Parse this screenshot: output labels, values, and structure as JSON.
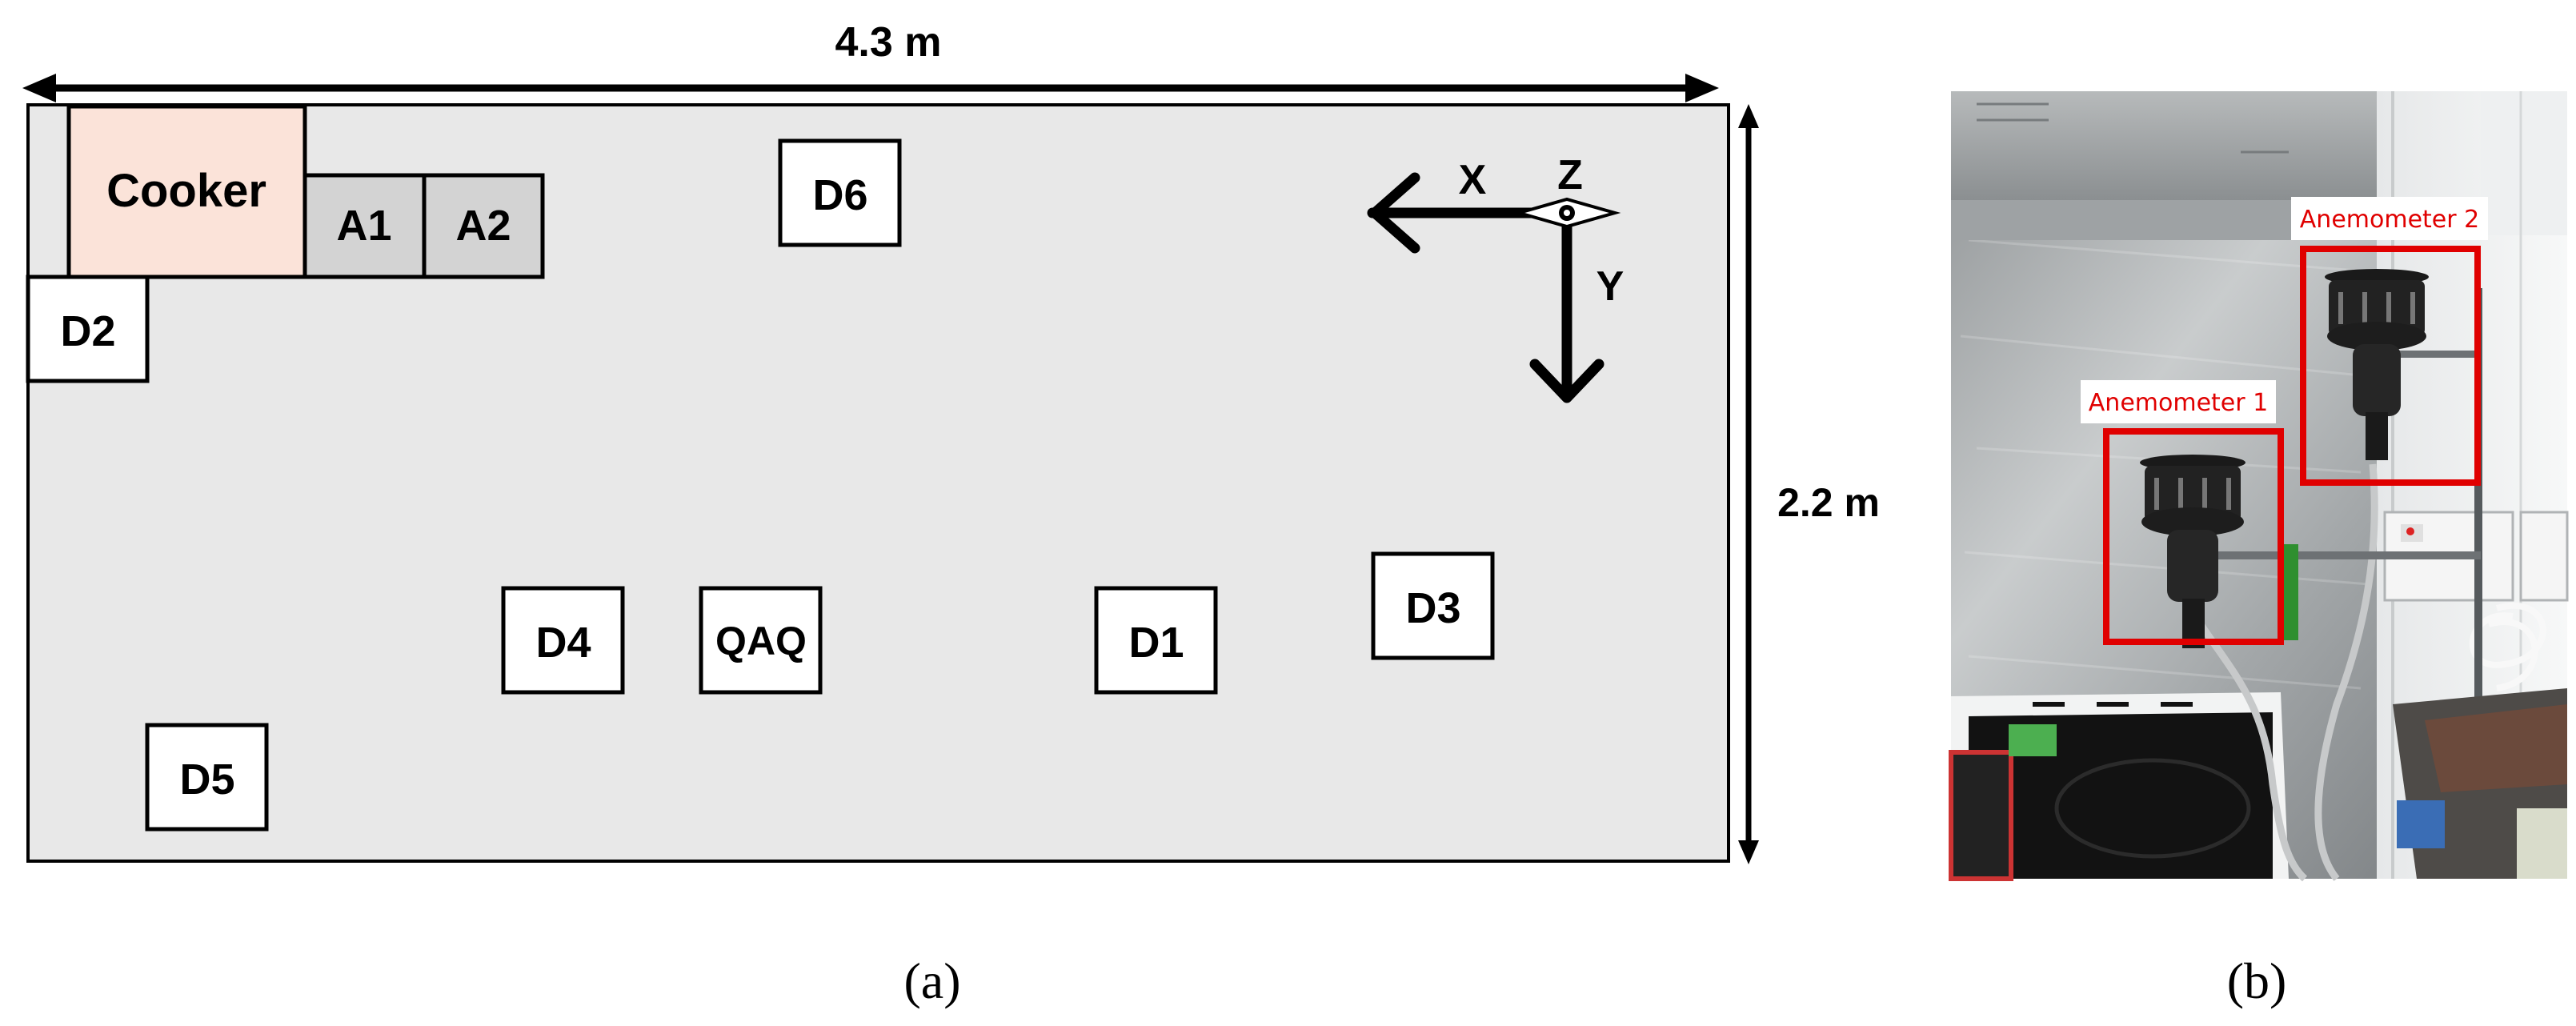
{
  "panel_a": {
    "caption": "(a)",
    "width_label": "4.3 m",
    "height_label": "2.2 m",
    "appliances": {
      "cooker": "Cooker",
      "a1": "A1",
      "a2": "A2"
    },
    "devices": {
      "d1": "D1",
      "d2": "D2",
      "d3": "D3",
      "d4": "D4",
      "d5": "D5",
      "d6": "D6",
      "qaq": "QAQ"
    },
    "axes": {
      "x": "X",
      "y": "Y",
      "z": "Z"
    },
    "colors": {
      "room_fill": "#e8e8e8",
      "cooker_fill": "#fbe3d9",
      "appliance_fill": "#d3d3d3"
    }
  },
  "panel_b": {
    "caption": "(b)",
    "anemometer_1": "Anemometer 1",
    "anemometer_2": "Anemometer 2",
    "colors": {
      "highlight": "#e00000"
    }
  }
}
